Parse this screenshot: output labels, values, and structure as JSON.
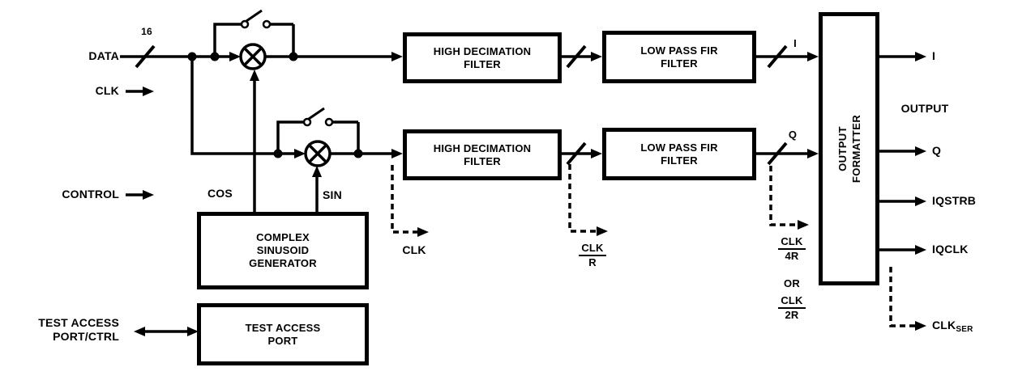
{
  "colors": {
    "ink": "#000000",
    "bg": "#ffffff"
  },
  "inputs": {
    "data_label": "DATA",
    "data_bus_width": "16",
    "clk_label": "CLK",
    "control_label": "CONTROL",
    "tap_label_line1": "TEST ACCESS",
    "tap_label_line2": "PORT/CTRL"
  },
  "blocks": {
    "high_decimation_filter": {
      "line1": "HIGH DECIMATION",
      "line2": "FILTER"
    },
    "low_pass_fir_filter": {
      "line1": "LOW PASS FIR",
      "line2": "FILTER"
    },
    "complex_sinusoid_generator": {
      "line1": "COMPLEX",
      "line2": "SINUSOID",
      "line3": "GENERATOR"
    },
    "test_access_port": {
      "line1": "TEST ACCESS",
      "line2": "PORT"
    },
    "output_formatter": {
      "line1": "OUTPUT",
      "line2": "FORMATTER"
    }
  },
  "internal_signals": {
    "cos": "COS",
    "sin": "SIN",
    "i_bus": "I",
    "q_bus": "Q",
    "clk_tap1": "CLK",
    "clk_tap2": {
      "numerator": "CLK",
      "denominator": "R"
    },
    "clk_tap3a": {
      "numerator": "CLK",
      "denominator": "4R"
    },
    "clk_tap3_or": "OR",
    "clk_tap3b": {
      "numerator": "CLK",
      "denominator": "2R"
    }
  },
  "outputs": {
    "i": "I",
    "group_label": "OUTPUT",
    "q": "Q",
    "iqstrb": "IQSTRB",
    "iqclk": "IQCLK",
    "clk_ser_base": "CLK",
    "clk_ser_sub": "SER"
  }
}
